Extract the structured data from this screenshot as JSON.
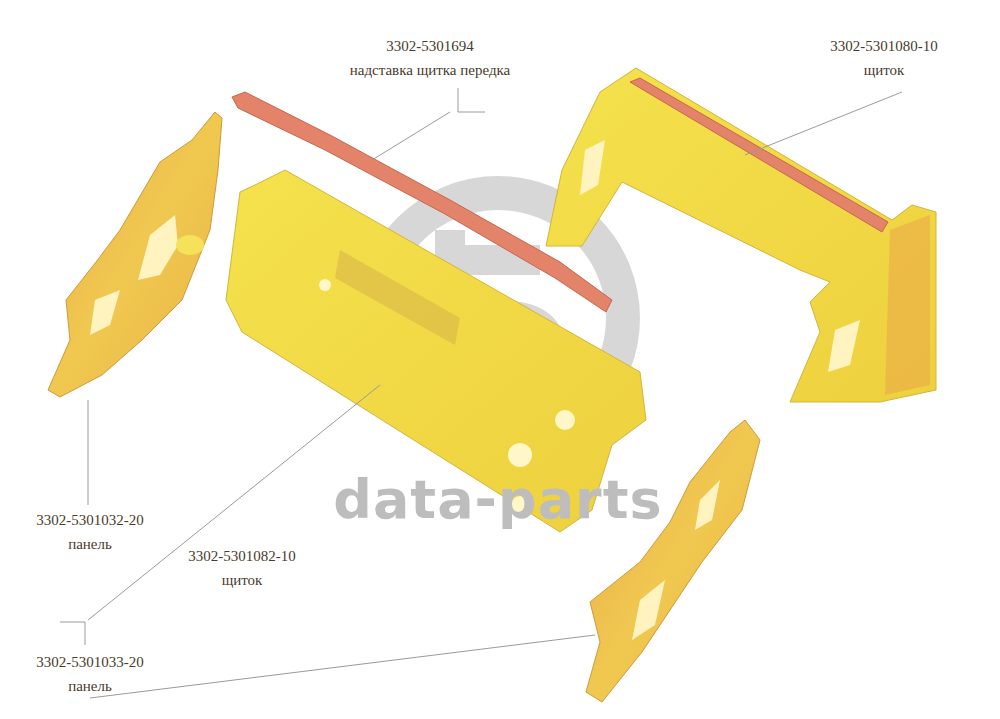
{
  "diagram": {
    "labels": [
      "3302-5301694",
      "надставка щитка передка",
      "3302-5301080-10",
      "щиток",
      "3302-5301032-20",
      "панель",
      "3302-5301082-10",
      "щиток",
      "3302-5301033-20",
      "панель",
      "data-parts"
    ]
  }
}
